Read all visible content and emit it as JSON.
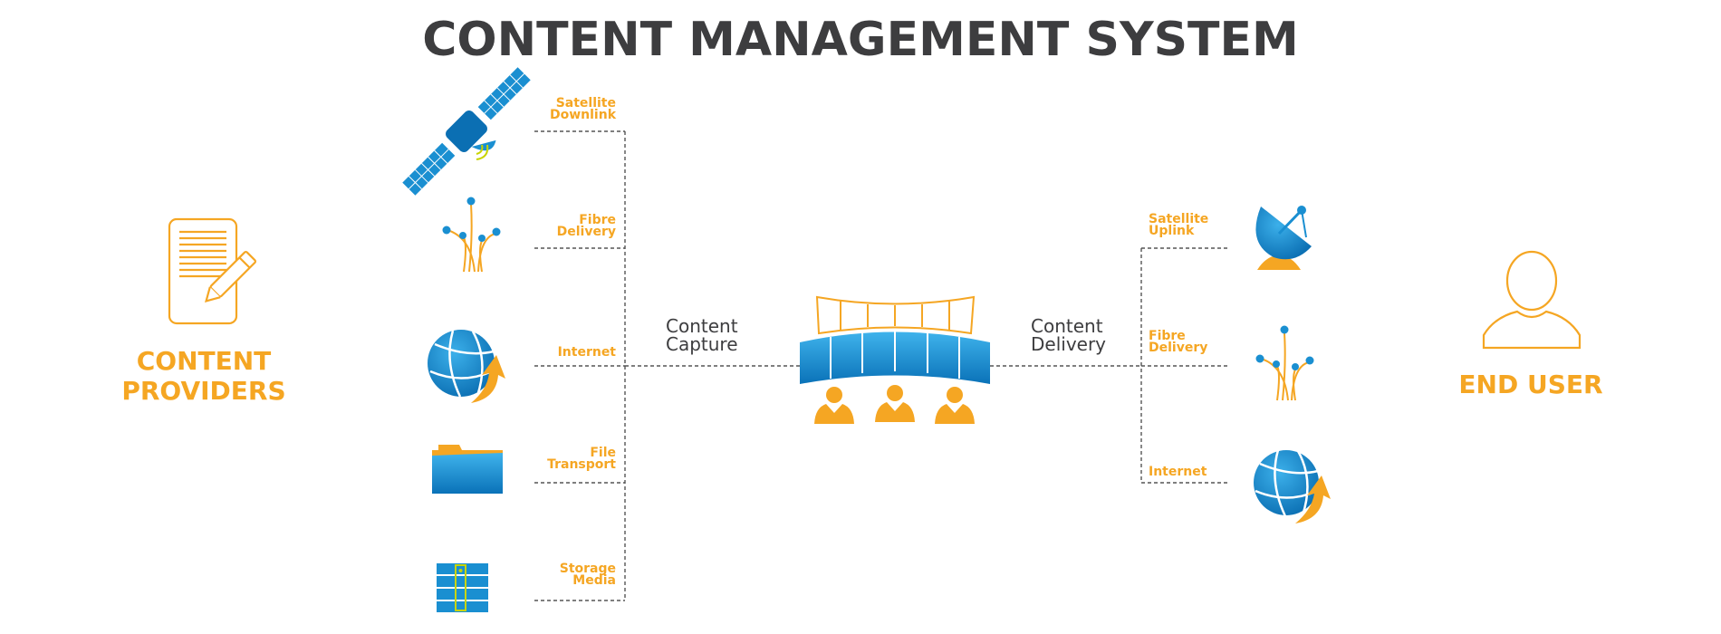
{
  "title": "CONTENT MANAGEMENT SYSTEM",
  "providers": {
    "line1": "CONTENT",
    "line2": "PROVIDERS"
  },
  "end_user": "END USER",
  "capture": {
    "line1": "Content",
    "line2": "Capture"
  },
  "delivery": {
    "line1": "Content",
    "line2": "Delivery"
  },
  "sources": [
    {
      "label": "Satellite\nDownlink",
      "icon": "satellite-icon"
    },
    {
      "label": "Fibre\nDelivery",
      "icon": "fibre-icon"
    },
    {
      "label": "Internet",
      "icon": "globe-icon"
    },
    {
      "label": "File\nTransport",
      "icon": "folder-icon"
    },
    {
      "label": "Storage\nMedia",
      "icon": "storage-icon"
    }
  ],
  "outputs": [
    {
      "label": "Satellite\nUplink",
      "icon": "satellite-dish-icon"
    },
    {
      "label": "Fibre\nDelivery",
      "icon": "fibre-icon"
    },
    {
      "label": "Internet",
      "icon": "globe-icon"
    }
  ],
  "colors": {
    "orange": "#f5a623",
    "blue": "#1a8fd1",
    "dark": "#3d3d3f",
    "line": "#555555"
  }
}
